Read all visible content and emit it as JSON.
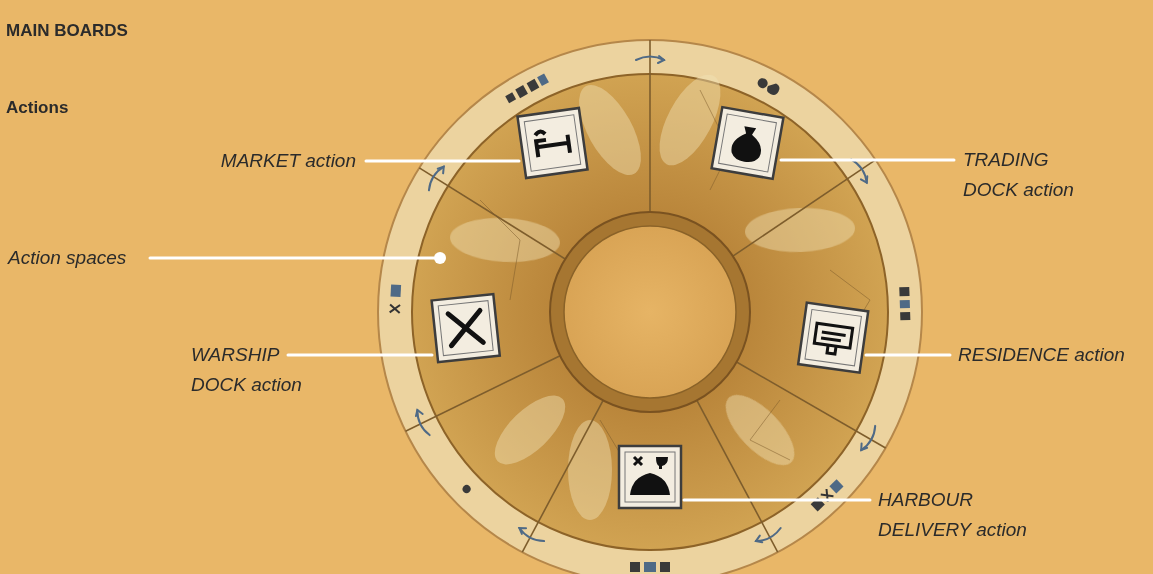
{
  "diagram": {
    "title": "MAIN BOARDS",
    "labels": [
      "Actions",
      "MARKET action",
      "TRADING DOCK action",
      "Action spaces",
      "WARSHIP DOCK action",
      "RESIDENCE action",
      "HARBOUR DELIVERY action"
    ]
  }
}
